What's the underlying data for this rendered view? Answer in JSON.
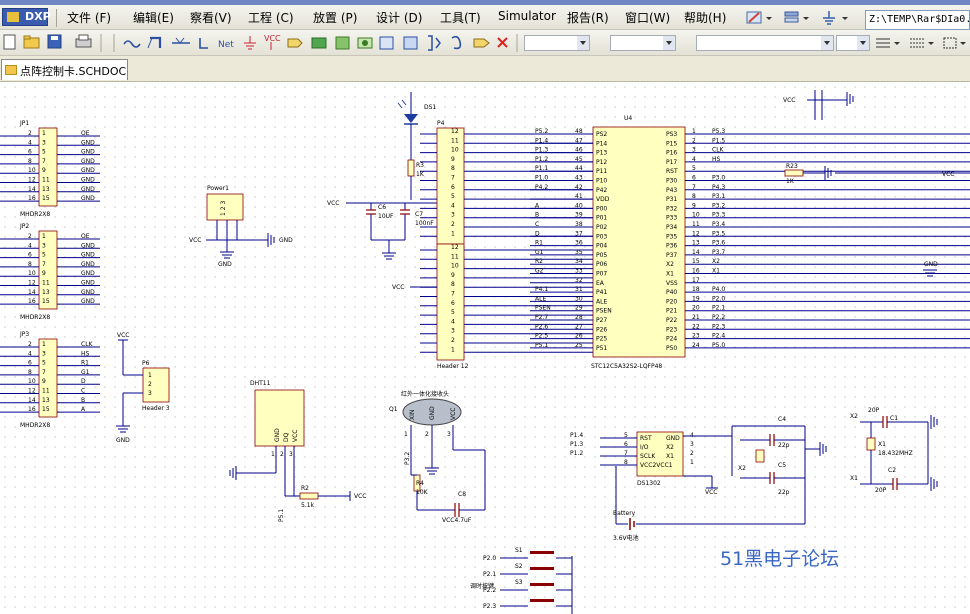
{
  "app": {
    "logo_label": "DXP",
    "menu": [
      "文件 (F)",
      "编辑(E)",
      "察看(V)",
      "工程 (C)",
      "放置 (P)",
      "设计 (D)",
      "工具(T)",
      "Simulator",
      "报告(R)",
      "窗口(W)",
      "帮助(H)"
    ],
    "path_text": "Z:\\TEMP\\Rar$DIa0.",
    "document_tab": "点阵控制卡.SCHDOC",
    "toolbar_icons": [
      "new-icon",
      "open-icon",
      "save-icon",
      "print-icon",
      "wire-icon",
      "bus-icon",
      "bus-entry-icon",
      "net-label-icon",
      "ground-icon",
      "vcc-icon",
      "port-icon",
      "part-icon",
      "sheet-icon",
      "sheet-entry-icon",
      "harness-icon",
      "directive-icon",
      "no-erc-icon"
    ],
    "accent": "#3b5cae",
    "schematic_colors": {
      "wire": "#00008b",
      "component": "#8b0000",
      "body_fill": "#ffffc0",
      "label": "#000000"
    }
  },
  "schematic": {
    "jp1": {
      "ref": "JP1",
      "type": "MHDR2X8",
      "pins_left": [
        "2",
        "4",
        "6",
        "8",
        "10",
        "12",
        "14",
        "16"
      ],
      "pins_inner": [
        "1",
        "3",
        "5",
        "7",
        "9",
        "11",
        "13",
        "15"
      ],
      "nets": [
        "OE",
        "GND",
        "GND",
        "GND",
        "GND",
        "GND",
        "GND",
        "GND"
      ]
    },
    "jp2": {
      "ref": "JP2",
      "type": "MHDR2X8",
      "pins_left": [
        "2",
        "4",
        "6",
        "8",
        "10",
        "12",
        "14",
        "16"
      ],
      "pins_inner": [
        "1",
        "3",
        "5",
        "7",
        "9",
        "11",
        "13",
        "15"
      ],
      "nets": [
        "OE",
        "GND",
        "GND",
        "GND",
        "GND",
        "GND",
        "GND",
        "GND"
      ]
    },
    "jp3": {
      "ref": "JP3",
      "type": "MHDR2X8",
      "pins_left": [
        "2",
        "4",
        "6",
        "8",
        "10",
        "12",
        "14",
        "16"
      ],
      "pins_inner": [
        "1",
        "3",
        "5",
        "7",
        "9",
        "11",
        "13",
        "15"
      ],
      "nets": [
        "CLK",
        "HS",
        "R1",
        "G1",
        "D",
        "C",
        "B",
        "A"
      ]
    },
    "power1": {
      "ref": "Power1",
      "pins": "1 2 3",
      "vcc": "VCC",
      "gnd": "GND",
      "gnd2": "GND"
    },
    "p6": {
      "ref": "P6",
      "type": "Header 3",
      "vcc": "VCC",
      "gnd": "GND",
      "pins": [
        "1",
        "2",
        "3"
      ]
    },
    "dht11": {
      "ref": "DHT11",
      "pins": [
        "GND",
        "DQ",
        "VCC"
      ],
      "nums": [
        "1",
        "2",
        "3"
      ],
      "r2": "R2",
      "r2_val": "5.1k",
      "vcc": "VCC",
      "net": "P5.1"
    },
    "ds1": {
      "ref": "DS1"
    },
    "p4": {
      "ref": "P4",
      "type": "Header 12",
      "pins": [
        "12",
        "11",
        "10",
        "9",
        "8",
        "7",
        "6",
        "5",
        "4",
        "3",
        "2",
        "1"
      ]
    },
    "p5": {
      "ref": "Header 12",
      "type": "Header 12",
      "pins": [
        "12",
        "11",
        "10",
        "9",
        "8",
        "7",
        "6",
        "5",
        "4",
        "3",
        "2",
        "1"
      ],
      "vcc": "VCC"
    },
    "r3": {
      "ref": "R3",
      "val": "1K"
    },
    "c6": {
      "ref": "C6",
      "val": "10UF"
    },
    "c7": {
      "ref": "C7",
      "val": "100nF"
    },
    "vcc_label": "VCC",
    "u4": {
      "ref": "U4",
      "part": "STC12C5A32S2-LQFP48",
      "left_pins": [
        "PS2",
        "P14",
        "P13",
        "P12",
        "P11",
        "P10",
        "P42",
        "VDD",
        "P00",
        "P01",
        "P02",
        "P03",
        "P04",
        "P05",
        "P06",
        "P07",
        "EA",
        "P41",
        "ALE",
        "PSEN",
        "P27",
        "P26",
        "P25",
        "P51"
      ],
      "left_nums": [
        "48",
        "47",
        "46",
        "45",
        "44",
        "43",
        "42",
        "41",
        "40",
        "39",
        "38",
        "37",
        "36",
        "35",
        "34",
        "33",
        "32",
        "31",
        "30",
        "29",
        "28",
        "27",
        "26",
        "25"
      ],
      "left_nets": [
        "P5.2",
        "P1.4",
        "P1.3",
        "P1.2",
        "P1.1",
        "P1.0",
        "P4.2",
        "",
        "A",
        "B",
        "C",
        "D",
        "R1",
        "G1",
        "R2",
        "G2",
        "",
        "P4.1",
        "ALE",
        "PSEN",
        "P2.7",
        "P2.6",
        "P2.5",
        "P5.1"
      ],
      "right_pins": [
        "PS3",
        "P15",
        "P16",
        "P17",
        "RST",
        "P30",
        "P43",
        "P31",
        "P32",
        "P33",
        "P34",
        "P35",
        "P36",
        "P37",
        "X2",
        "X1",
        "VSS",
        "P40",
        "P20",
        "P21",
        "P22",
        "P23",
        "P24",
        "P50"
      ],
      "right_nums": [
        "1",
        "2",
        "3",
        "4",
        "5",
        "6",
        "7",
        "8",
        "9",
        "10",
        "11",
        "12",
        "13",
        "14",
        "15",
        "16",
        "17",
        "18",
        "19",
        "20",
        "21",
        "22",
        "23",
        "24"
      ],
      "right_nets": [
        "P5.3",
        "P1.5",
        "CLK",
        "HS",
        "",
        "P3.0",
        "P4.3",
        "P3.1",
        "P3.2",
        "P3.3",
        "P3.4",
        "P3.5",
        "P3.6",
        "P3.7",
        "X2",
        "X1",
        "",
        "P4.0",
        "P2.0",
        "P2.1",
        "P2.2",
        "P2.3",
        "P2.4",
        "P5.0"
      ],
      "r23": "R23",
      "r23_val": "1K",
      "vcc": "VCC",
      "gnd": "GND"
    },
    "q1": {
      "ref": "Q1",
      "caption": "红外一体化接收头",
      "pins": [
        "XIN",
        "GND",
        "VCC"
      ],
      "nums": [
        "1",
        "2",
        "3"
      ],
      "net": "P3.2",
      "r4": "R4",
      "r4_val": "10K",
      "c8": "C8",
      "vcc_cap": "VCC4.7uF"
    },
    "ds1302": {
      "ref": "DS1302",
      "left": [
        "RST",
        "I/O",
        "SCLK",
        "VCC2VCC1"
      ],
      "right": [
        "GND",
        "X2",
        "X1",
        ""
      ],
      "left_nums": [
        "5",
        "6",
        "7",
        "8"
      ],
      "right_nums": [
        "4",
        "3",
        "2",
        "1"
      ],
      "nets": [
        "P1.4",
        "P1.3",
        "P1.2"
      ],
      "c4": "C4",
      "c5": "C5",
      "cval": "22p",
      "x2": "X2",
      "vcc": "VCC",
      "battery": "Battery",
      "bat_val": "3.6V电池"
    },
    "crystal": {
      "ref": "X1",
      "freq": "18.432MHZ",
      "c1": "C1",
      "c2": "C2",
      "val": "20P",
      "x2": "X2",
      "x1": "X1"
    },
    "keys": {
      "nets": [
        "P2.0",
        "P2.1",
        "P2.2",
        "P2.3"
      ],
      "refs": [
        "S1",
        "S2",
        "S3"
      ],
      "label": "调时按键"
    }
  },
  "watermark": "51黑电子论坛"
}
